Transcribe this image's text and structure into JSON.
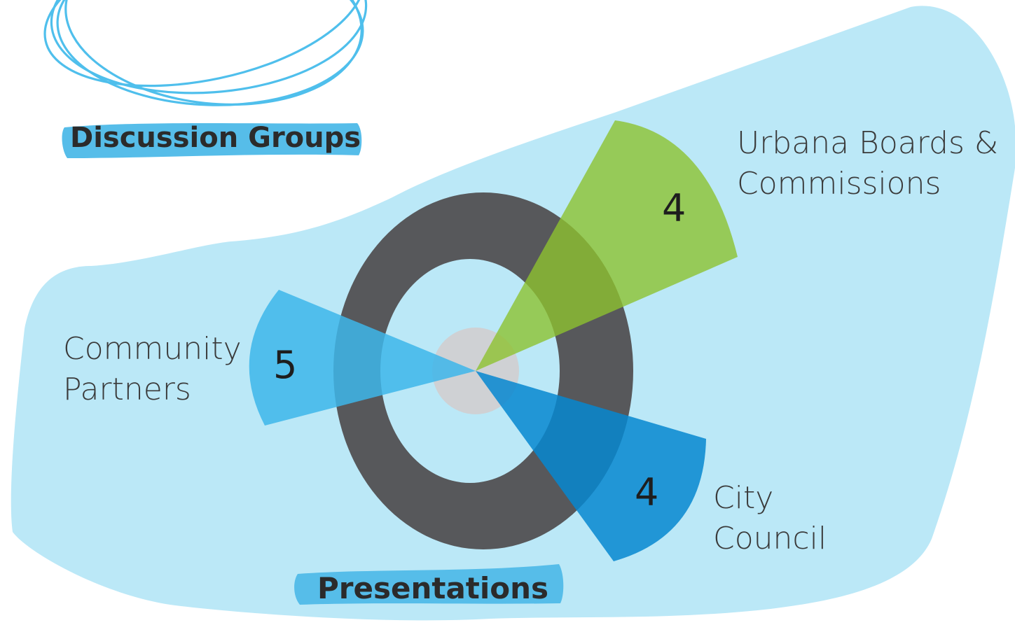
{
  "headings": {
    "top": "Discussion Groups",
    "bottom": "Presentations"
  },
  "segments": [
    {
      "id": "urbana",
      "line1": "Urbana Boards &",
      "line2": "Commissions",
      "count": "4",
      "color": "#8dc22f"
    },
    {
      "id": "community",
      "line1": "Community",
      "line2": "Partners",
      "count": "5",
      "color": "#3db6ea"
    },
    {
      "id": "council",
      "line1": "City",
      "line2": "Council",
      "count": "4",
      "color": "#0687d0"
    }
  ],
  "colors": {
    "background_blob": "#bbe8f7",
    "ring": "#57585b",
    "center": "#cfd1d4",
    "scribble": "#4fbfec",
    "highlight": "#56bde9"
  }
}
